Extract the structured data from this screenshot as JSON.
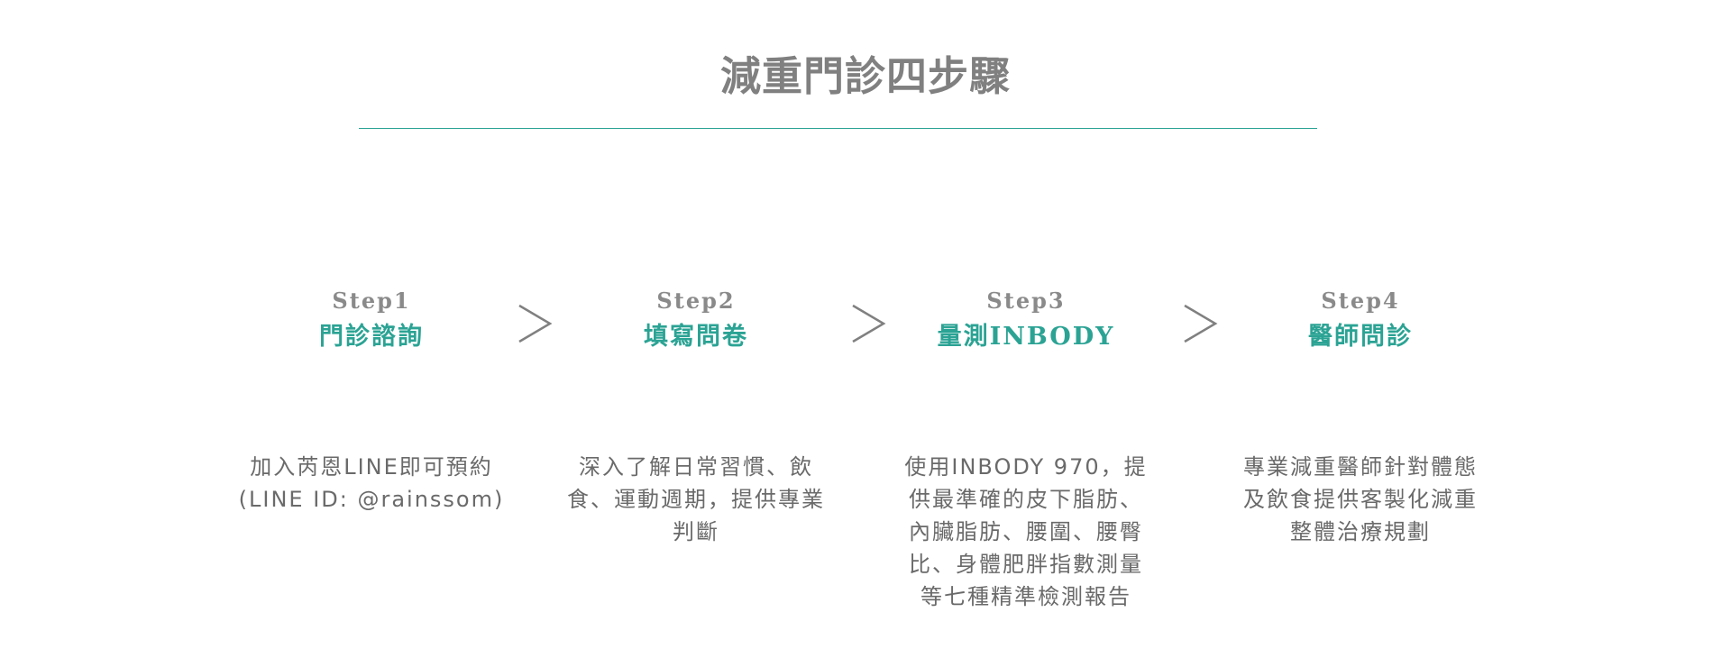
{
  "title": "減重門診四步驟",
  "colors": {
    "accent": "#2ba394",
    "title": "#808080",
    "text": "#6a6a6a"
  },
  "steps": [
    {
      "label": "Step1",
      "name": "門診諮詢",
      "desc_lines": [
        "加入芮恩LINE即可預約",
        "(LINE ID: @rainssom)"
      ]
    },
    {
      "label": "Step2",
      "name": "填寫問卷",
      "desc_lines": [
        "深入了解日常習慣、飲",
        "食、運動週期，提供專業",
        "判斷"
      ]
    },
    {
      "label": "Step3",
      "name": "量測INBODY",
      "desc_lines": [
        "使用INBODY 970，提",
        "供最準確的皮下脂肪、",
        "內臟脂肪、腰圍、腰臀",
        "比、身體肥胖指數測量",
        "等七種精準檢測報告"
      ]
    },
    {
      "label": "Step4",
      "name": "醫師問診",
      "desc_lines": [
        "專業減重醫師針對體態",
        "及飲食提供客製化減重",
        "整體治療規劃"
      ]
    }
  ],
  "icons": {
    "arrow": "chevron-right-icon"
  }
}
